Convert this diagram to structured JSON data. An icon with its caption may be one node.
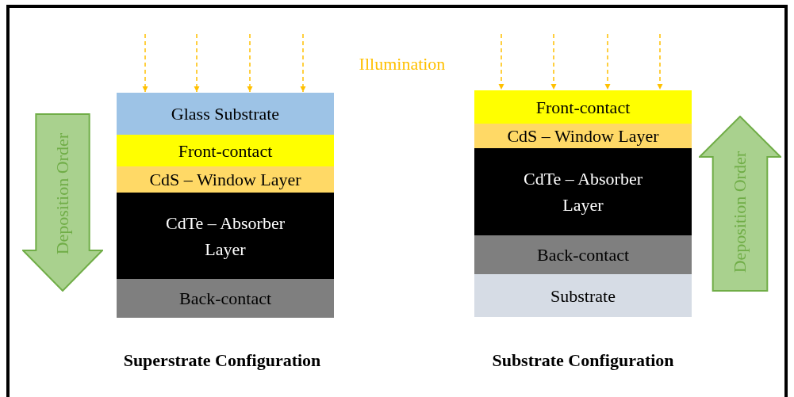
{
  "diagram": {
    "nodes": [
      {
        "text": [
          "Glass Substrate"
        ]
      },
      {
        "text": [
          "Front-contact"
        ]
      },
      {
        "text": [
          "CdS – Window Layer"
        ]
      },
      {
        "text": [
          "CdTe – Absorber Layer"
        ]
      },
      {
        "text": [
          "Back-contact"
        ]
      },
      {
        "text": [
          "Deposition Order"
        ]
      },
      {
        "text": [
          "Front-contact"
        ]
      },
      {
        "text": [
          "CdS – Window Layer"
        ]
      },
      {
        "text": [
          "CdTe – Absorber Layer"
        ]
      },
      {
        "text": [
          "Back-contact"
        ]
      },
      {
        "text": [
          "Substrate"
        ]
      },
      {
        "text": [
          "Deposition Order"
        ]
      }
    ],
    "edges": [
      {
        "from": null,
        "to": 0,
        "arrow": "to",
        "style": "dashed"
      },
      {
        "from": null,
        "to": 0,
        "arrow": "to",
        "style": "dashed"
      },
      {
        "from": null,
        "to": 0,
        "arrow": "to",
        "style": "dashed"
      },
      {
        "from": null,
        "to": 0,
        "arrow": "to",
        "style": "dashed"
      },
      {
        "from": null,
        "to": 6,
        "arrow": "to",
        "style": "dashed"
      },
      {
        "from": null,
        "to": 6,
        "arrow": "to",
        "style": "dashed"
      },
      {
        "from": null,
        "to": 6,
        "arrow": "to",
        "style": "dashed"
      },
      {
        "from": null,
        "to": 6,
        "arrow": "to",
        "style": "dashed"
      }
    ],
    "labels": [
      "Illumination",
      "Superstrate Configuration",
      "Substrate Configuration"
    ]
  }
}
